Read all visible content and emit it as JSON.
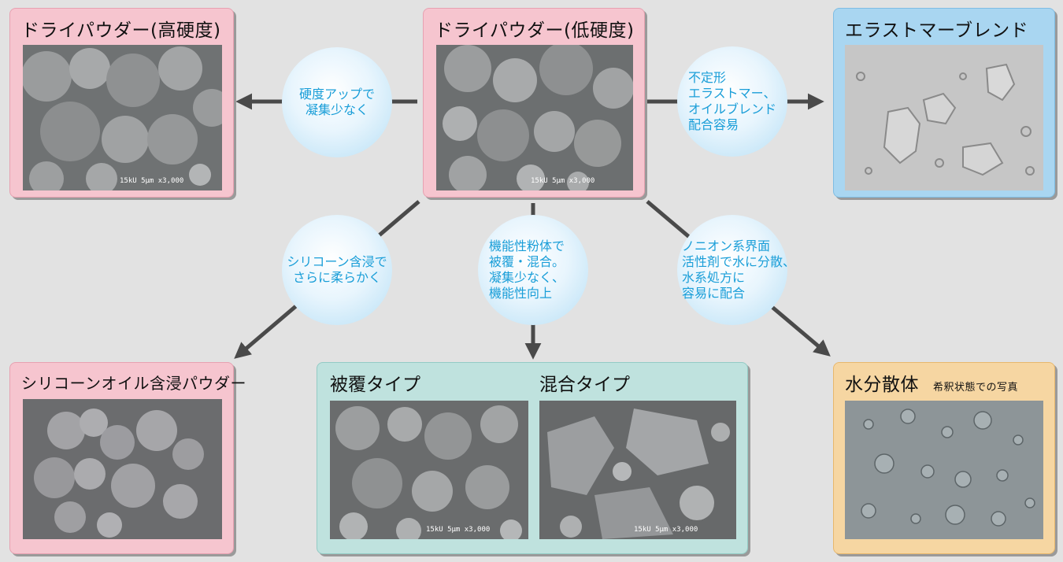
{
  "cards": {
    "dry_hard": {
      "title": "ドライパウダー(高硬度)"
    },
    "dry_soft": {
      "title": "ドライパウダー(低硬度)"
    },
    "elastomer": {
      "title": "エラストマーブレンド"
    },
    "silicone": {
      "title": "シリコーンオイル含浸パウダー"
    },
    "coated": {
      "title_coated": "被覆タイプ",
      "title_mixed": "混合タイプ"
    },
    "water": {
      "title": "水分散体",
      "note": "希釈状態での写真"
    }
  },
  "bubbles": {
    "hardness": "硬度アップで\n凝集少なく",
    "elastomer": "不定形\nエラストマー、\nオイルブレンド\n配合容易",
    "silicone": "シリコーン含浸で\nさらに柔らかく",
    "functional": "機能性粉体で\n被覆・混合。\n凝集少なく、\n機能性向上",
    "nonionic": "ノニオン系界面\n活性剤で水に分散、\n水系処方に\n容易に配合"
  },
  "sem_labels": {
    "photo_dry_hard": "15kU  5μm  x3,000",
    "photo_dry_soft": "15kU  5μm  x3,000",
    "photo_coated": "15kU  5μm  x3,000",
    "photo_mixed": "15kU  5μm  x3,000"
  },
  "colors": {
    "pink": "#f6c5cf",
    "blue": "#a9d6f1",
    "teal": "#bfe2de",
    "orange": "#f6d6a2",
    "bubble_text": "#1a9ed8",
    "arrow": "#4a4a4a"
  }
}
